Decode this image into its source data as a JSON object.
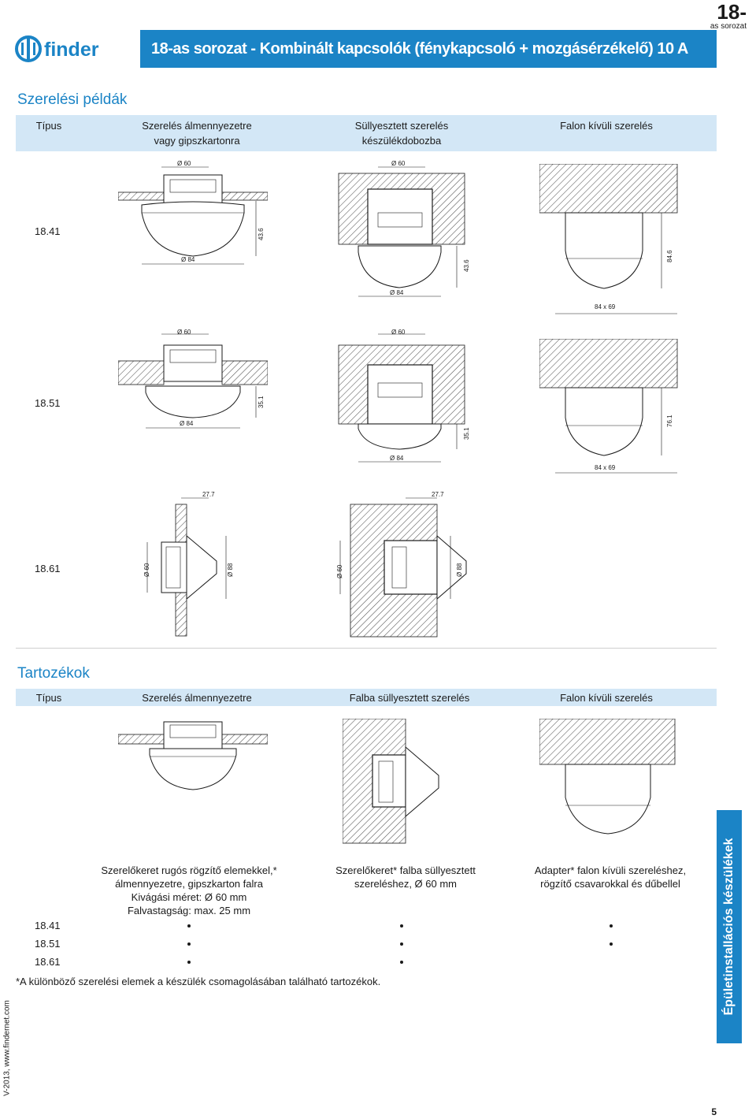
{
  "header": {
    "brand": "finder",
    "title": "18-as sorozat - Kombinált kapcsolók (fénykapcsoló + mozgásérzékelő) 10 A",
    "series_number": "18-",
    "series_caption": "as sorozat"
  },
  "installation": {
    "title": "Szerelési példák",
    "columns": {
      "type": "Típus",
      "ceiling_line1": "Szerelés álmennyezetre",
      "ceiling_line2": "vagy gipszkartonra",
      "flush_line1": "Süllyesztett szerelés",
      "flush_line2": "készülékdobozba",
      "surface": "Falon kívüli szerelés"
    },
    "rows": [
      {
        "type": "18.41",
        "ceiling": {
          "top_dia": "Ø 60",
          "bottom_dia": "Ø 84",
          "height": "43.6"
        },
        "flush": {
          "top_dia": "Ø 60",
          "bottom_dia": "Ø 84",
          "height": "43.6"
        },
        "surface": {
          "size": "84  x 69",
          "height": "84.6"
        }
      },
      {
        "type": "18.51",
        "ceiling": {
          "top_dia": "Ø 60",
          "bottom_dia": "Ø 84",
          "height": "35.1"
        },
        "flush": {
          "top_dia": "Ø 60",
          "bottom_dia": "Ø 84",
          "height": "35.1"
        },
        "surface": {
          "size": "84  x 69",
          "height": "76.1"
        }
      },
      {
        "type": "18.61",
        "ceiling": {
          "depth": "27.7",
          "inner_dia": "Ø 60",
          "outer_dia": "Ø 88"
        },
        "flush": {
          "depth": "27.7",
          "inner_dia": "Ø 60",
          "outer_dia": "Ø 88"
        }
      }
    ]
  },
  "accessories": {
    "title": "Tartozékok",
    "columns": {
      "type": "Típus",
      "ceiling": "Szerelés álmennyezetre",
      "flush": "Falba süllyesztett szerelés",
      "surface": "Falon kívüli szerelés"
    },
    "descriptions": {
      "ceiling": [
        "Szerelőkeret rugós rögzítő elemekkel,*",
        "álmennyezetre, gipszkarton falra",
        "Kivágási méret: Ø 60 mm",
        "Falvastagság: max. 25 mm"
      ],
      "flush": [
        "Szerelőkeret* falba süllyesztett",
        "szereléshez, Ø 60 mm"
      ],
      "surface": [
        "Adapter* falon kívüli szereléshez,",
        "rögzítő csavarokkal és dűbellel"
      ]
    },
    "rows": [
      {
        "type": "18.41",
        "ceiling": true,
        "flush": true,
        "surface": true
      },
      {
        "type": "18.51",
        "ceiling": true,
        "flush": true,
        "surface": true
      },
      {
        "type": "18.61",
        "ceiling": true,
        "flush": true,
        "surface": false
      }
    ],
    "footnote": "*A különböző szerelési elemek a készülék csomagolásában található tartozékok."
  },
  "side_tab": "Épületinstallációs készülékek",
  "vertical_note": "V-2013, www.findernet.com",
  "page_number": "5",
  "colors": {
    "accent": "#1b84c6",
    "header_fill": "#d3e7f6"
  }
}
